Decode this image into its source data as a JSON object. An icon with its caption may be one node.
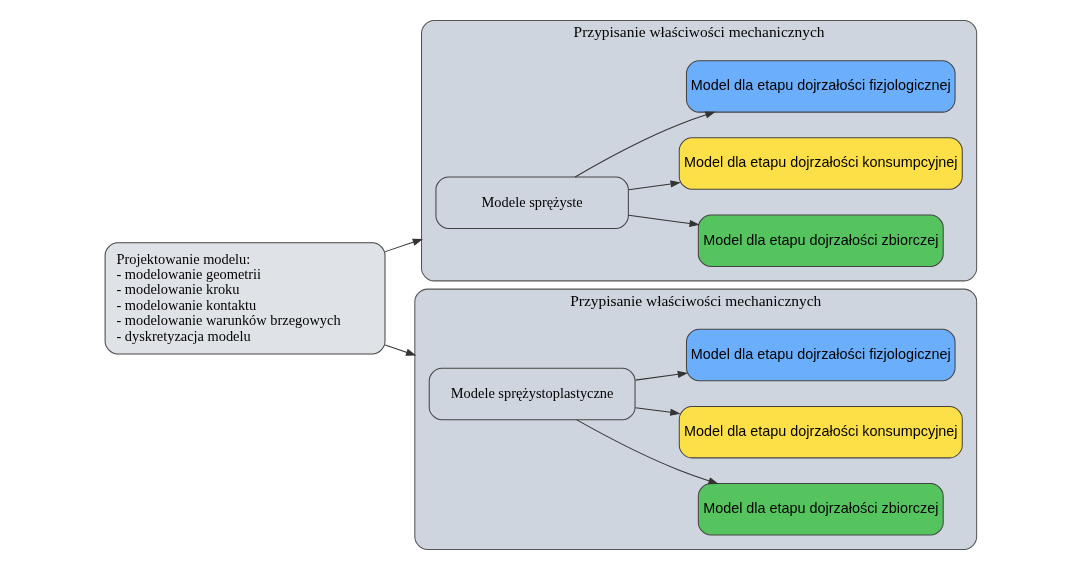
{
  "diagram": {
    "nodes": [
      {
        "text": [
          "Projektowanie modelu:",
          "- modelowanie geometrii",
          "- modelowanie kroku",
          " - modelowanie kontaktu",
          "- modelowanie warunków brzegowych",
          "- dyskretyzacja modelu"
        ]
      },
      {
        "text": [
          "Przypisanie właściwości mechanicznych"
        ]
      },
      {
        "text": [
          "Modele sprężyste"
        ],
        "in": 1
      },
      {
        "text": [
          "Model dla etapu dojrzałości zbiorczej"
        ],
        "in": 1
      },
      {
        "text": [
          "Model dla etapu dojrzałości konsumpcyjnej"
        ],
        "in": 1
      },
      {
        "text": [
          "Model dla etapu dojrzałości fizjologicznej"
        ],
        "in": 1
      },
      {
        "text": [
          "Przypisanie właściwości mechanicznych"
        ]
      },
      {
        "text": [
          "Modele sprężystoplastyczne"
        ],
        "in": 6
      },
      {
        "text": [
          "Model dla etapu dojrzałości zbiorczej"
        ],
        "in": 6
      },
      {
        "text": [
          "Model dla etapu dojrzałości konsumpcyjnej"
        ],
        "in": 6
      },
      {
        "text": [
          "Model dla etapu dojrzałości fizjologicznej"
        ],
        "in": 6
      }
    ],
    "edges": [
      {
        "from": 0,
        "to": 1,
        "arrow": "to"
      },
      {
        "from": 0,
        "to": 6,
        "arrow": "to"
      },
      {
        "from": 2,
        "to": 3,
        "arrow": "to"
      },
      {
        "from": 2,
        "to": 4,
        "arrow": "to"
      },
      {
        "from": 2,
        "to": 5,
        "arrow": "to"
      },
      {
        "from": 7,
        "to": 8,
        "arrow": "to"
      },
      {
        "from": 7,
        "to": 9,
        "arrow": "to"
      },
      {
        "from": 7,
        "to": 10,
        "arrow": "to"
      }
    ]
  }
}
